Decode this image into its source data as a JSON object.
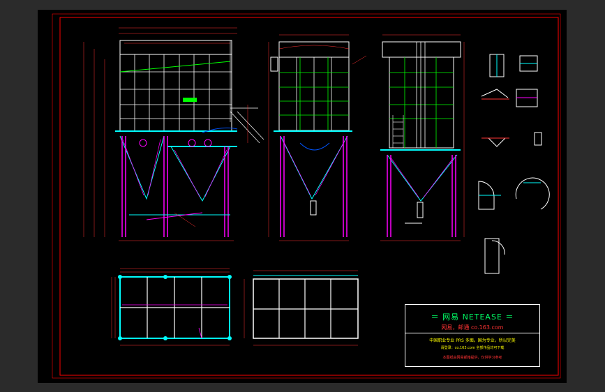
{
  "title_block": {
    "brand": "＝ 网易  NETEASE ＝",
    "subtitle": "网易，邮通        co.163.com",
    "line1": "中国职业专业 PRS 多图。国为专业，所以完美",
    "line2": "请登录：co.163.com  全部作品均可下载",
    "line3": "本图纸由网易邮箱提供，仅供学习参考"
  },
  "colors": {
    "border": "#ff0000",
    "structure": "#ffffff",
    "grid": "#00ff00",
    "dimension": "#ff3333",
    "support": "#ff00ff",
    "pipe": "#00ffff"
  }
}
